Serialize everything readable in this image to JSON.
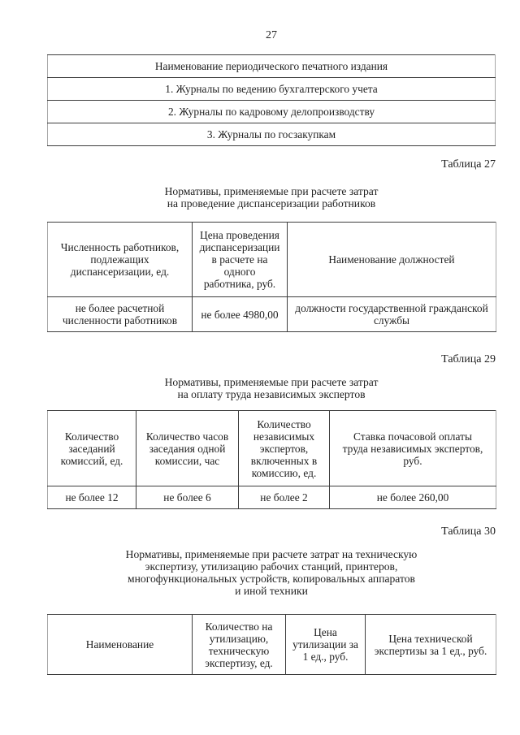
{
  "page_number": "27",
  "publications_table": {
    "header": "Наименование периодического печатного издания",
    "rows": [
      "1. Журналы по ведению бухгалтерского учета",
      "2. Журналы по кадровому делопроизводству",
      "3. Журналы по госзакупкам"
    ]
  },
  "table_27": {
    "label": "Таблица 27",
    "title": "Нормативы, применяемые при расчете затрат\nна проведение диспансеризации работников",
    "headers": [
      "Численность работников,\nподлежащих\nдиспансеризации, ед.",
      "Цена проведения\nдиспансеризации\nв расчете на\nодного\nработника, руб.",
      "Наименование должностей"
    ],
    "row": [
      "не более расчетной\nчисленности работников",
      "не более 4980,00",
      "должности государственной гражданской\nслужбы"
    ]
  },
  "table_29": {
    "label": "Таблица 29",
    "title": "Нормативы, применяемые при расчете затрат\nна оплату труда независимых экспертов",
    "headers": [
      "Количество\nзаседаний\nкомиссий, ед.",
      "Количество часов\nзаседания одной\nкомиссии, час",
      "Количество\nнезависимых\nэкспертов,\nвключенных в\nкомиссию, ед.",
      "Ставка почасовой оплаты\nтруда независимых экспертов,\nруб."
    ],
    "row": [
      "не более 12",
      "не более 6",
      "не более 2",
      "не более 260,00"
    ]
  },
  "table_30": {
    "label": "Таблица 30",
    "title": "Нормативы, применяемые при расчете затрат на техническую\nэкспертизу, утилизацию рабочих станций, принтеров,\nмногофункциональных устройств, копировальных аппаратов\nи иной техники",
    "headers": [
      "Наименование",
      "Количество на\nутилизацию,\nтехническую\nэкспертизу, ед.",
      "Цена\nутилизации за\n1 ед., руб.",
      "Цена технической\nэкспертизы за 1 ед., руб."
    ]
  }
}
